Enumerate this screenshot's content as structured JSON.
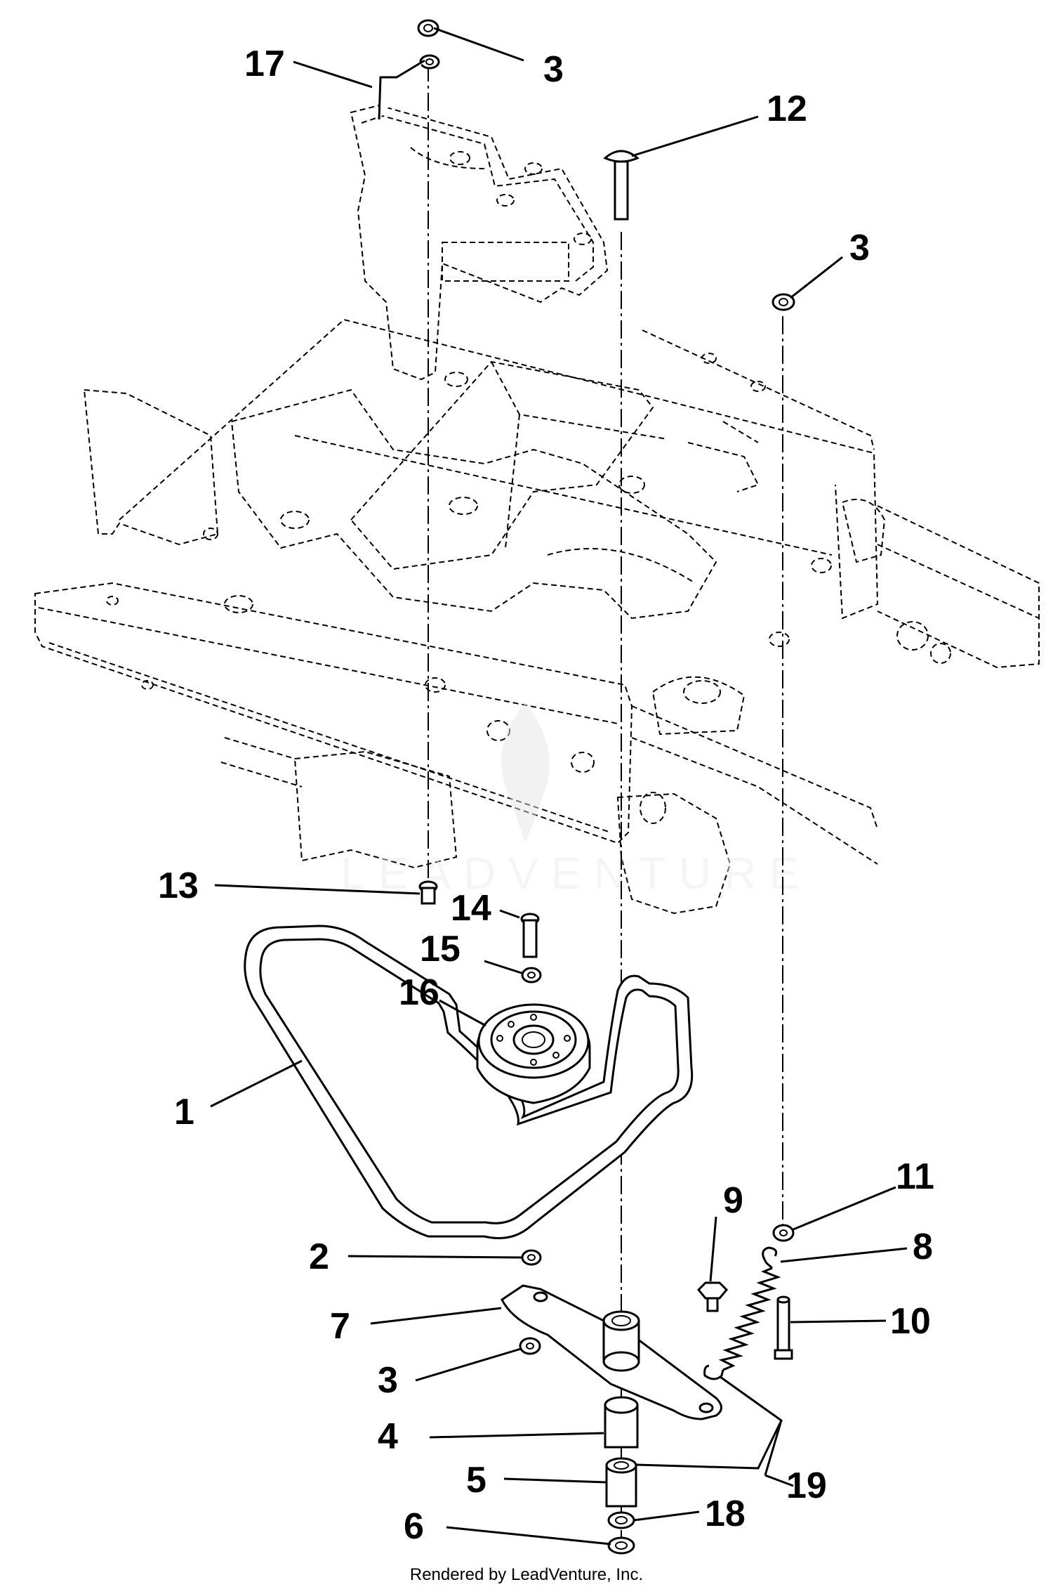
{
  "callouts": {
    "c1": "1",
    "c2": "2",
    "c3a": "3",
    "c3b": "3",
    "c3c": "3",
    "c4": "4",
    "c5": "5",
    "c6": "6",
    "c7": "7",
    "c8": "8",
    "c9": "9",
    "c10": "10",
    "c11": "11",
    "c12": "12",
    "c13": "13",
    "c14": "14",
    "c15": "15",
    "c16": "16",
    "c17": "17",
    "c18": "18",
    "c19": "19"
  },
  "watermark": "LEADVENTURE",
  "footer": "Rendered by LeadVenture, Inc."
}
